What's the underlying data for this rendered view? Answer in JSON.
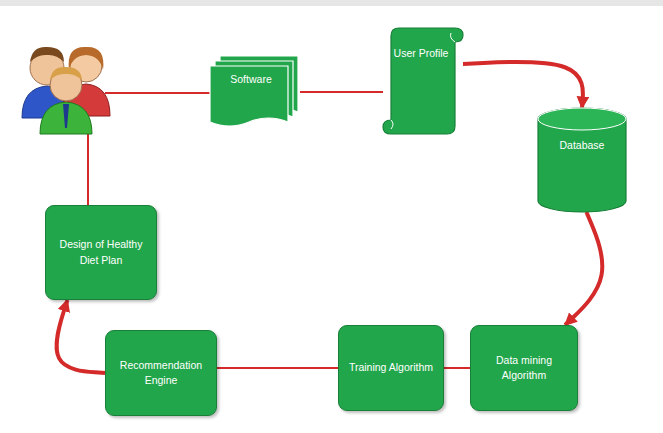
{
  "diagram": {
    "nodes": [
      {
        "text": [
          "Software"
        ]
      },
      {
        "text": [
          "User Profile"
        ]
      },
      {
        "text": [
          "Database"
        ]
      },
      {
        "text": [
          "Data mining Algorithm"
        ]
      },
      {
        "text": [
          "Training Algorithm"
        ]
      },
      {
        "text": [
          "Recommendation Engine"
        ]
      },
      {
        "text": [
          "Design of Healthy Diet Plan"
        ]
      }
    ],
    "edges": [
      {
        "from": 0,
        "to": 1,
        "arrow": "none"
      },
      {
        "from": 1,
        "to": 2,
        "arrow": "to"
      },
      {
        "from": 2,
        "to": 3,
        "arrow": "to"
      },
      {
        "from": 3,
        "to": 4,
        "arrow": "none"
      },
      {
        "from": 4,
        "to": 5,
        "arrow": "none"
      },
      {
        "from": 5,
        "to": 6,
        "arrow": "to"
      }
    ]
  }
}
